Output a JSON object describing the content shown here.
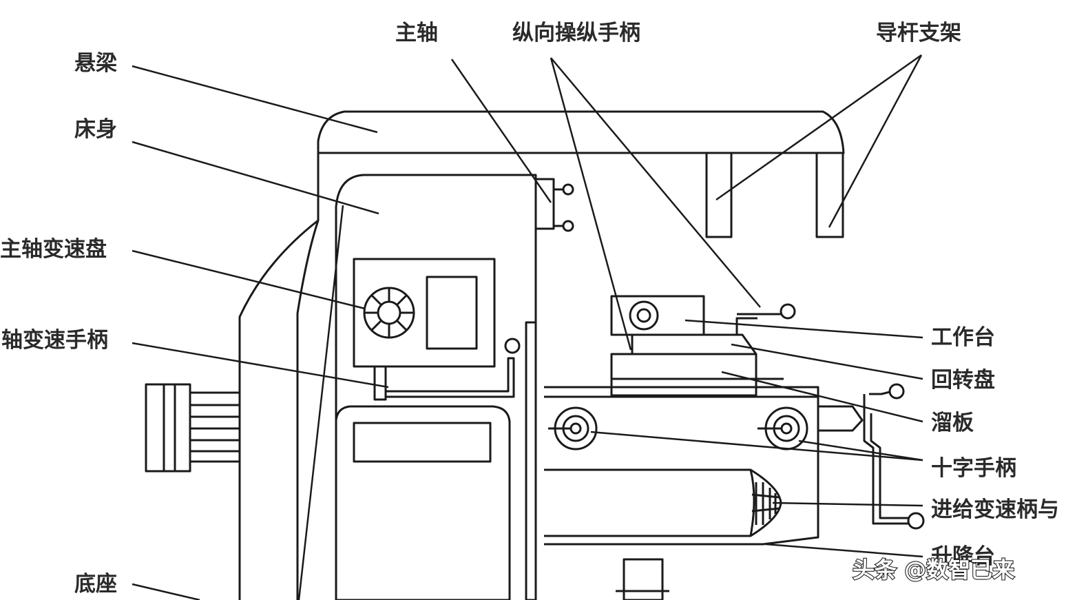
{
  "labels": {
    "xuanliang": "悬梁",
    "chuangshen": "床身",
    "zhuzhou_biansu_pan": "主轴变速盘",
    "zhouzhou_biansu_shoubing": "轴变速手柄",
    "dizuo": "底座",
    "zhuzhou": "主轴",
    "zongxiang_caozong_shoubing": "纵向操纵手柄",
    "daogan_zhijia": "导杆支架",
    "gongzuotai": "工作台",
    "huizhuanpan": "回转盘",
    "liuban": "溜板",
    "shizi_shoubing": "十字手柄",
    "jingei_biansu_bing": "进给变速柄与",
    "shengjiangtai": "升降台"
  },
  "watermark": "头条 @数智已来"
}
